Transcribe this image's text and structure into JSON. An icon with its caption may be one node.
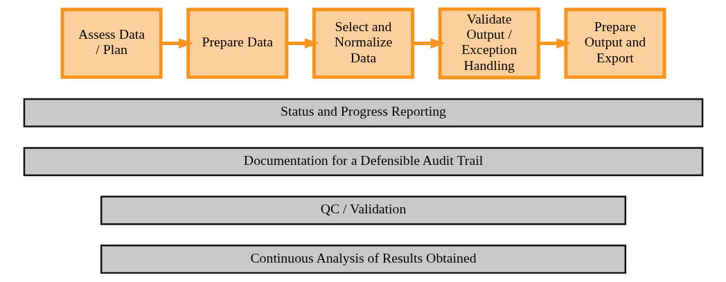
{
  "diagram": {
    "nodes": [
      {
        "text": [
          "Assess Data / Plan"
        ]
      },
      {
        "text": [
          "Prepare Data"
        ]
      },
      {
        "text": [
          "Select and Normalize Data"
        ]
      },
      {
        "text": [
          "Validate Output / Exception Handling"
        ]
      },
      {
        "text": [
          "Prepare Output and Export"
        ]
      },
      {
        "text": [
          "Status and Progress Reporting"
        ]
      },
      {
        "text": [
          "Documentation for a Defensible Audit Trail"
        ]
      },
      {
        "text": [
          "QC / Validation"
        ]
      },
      {
        "text": [
          "Continuous Analysis of Results Obtained"
        ]
      }
    ],
    "edges": [
      {
        "from": 0,
        "to": 1,
        "arrow": "to"
      },
      {
        "from": 1,
        "to": 2,
        "arrow": "to"
      },
      {
        "from": 2,
        "to": 3,
        "arrow": "to"
      },
      {
        "from": 3,
        "to": 4,
        "arrow": "to"
      }
    ]
  }
}
